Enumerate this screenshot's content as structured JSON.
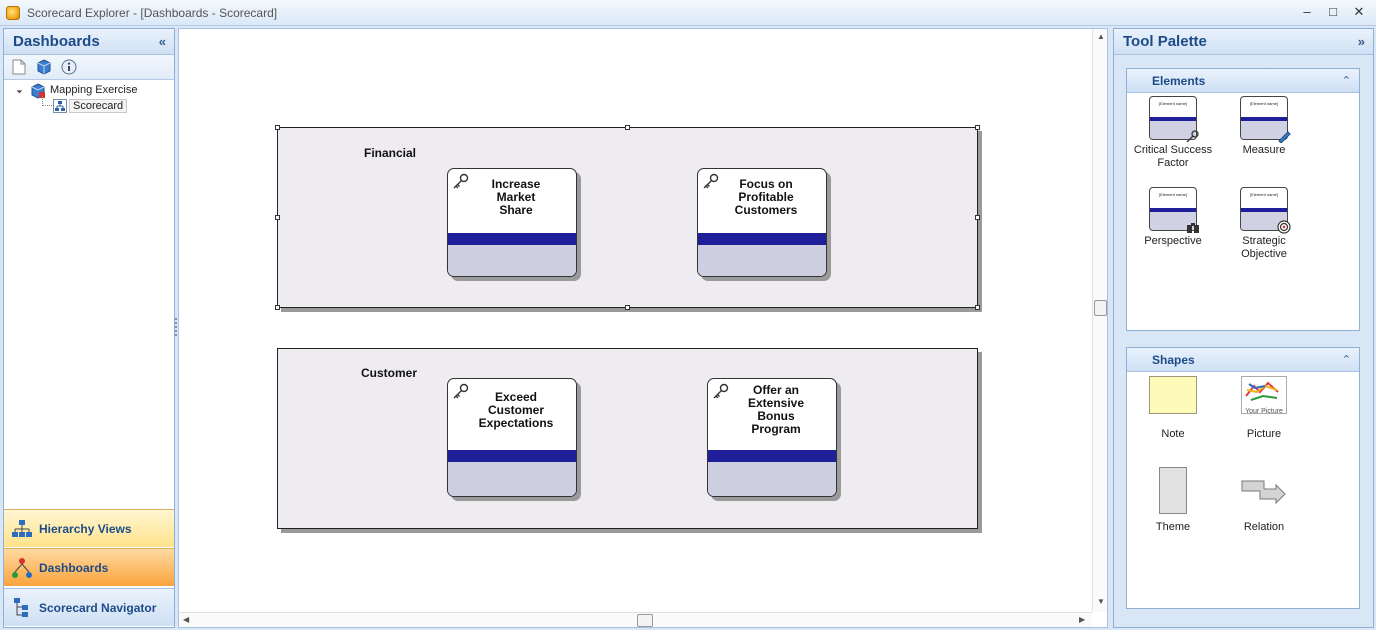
{
  "window": {
    "title": "Scorecard Explorer - [Dashboards - Scorecard]"
  },
  "left_panel": {
    "title": "Dashboards",
    "collapse_glyph": "«",
    "toolbar_icons": [
      "new-document-icon",
      "cube-icon",
      "info-icon"
    ],
    "tree": {
      "root_label": "Mapping Exercise",
      "child_label": "Scorecard"
    },
    "nav": {
      "hierarchy_views": "Hierarchy Views",
      "dashboards": "Dashboards",
      "scorecard_navigator": "Scorecard Navigator"
    }
  },
  "canvas": {
    "perspectives": [
      {
        "title": "Financial",
        "objectives": [
          "Increase\nMarket\nShare",
          "Focus on\nProfitable\nCustomers"
        ]
      },
      {
        "title": "Customer",
        "objectives": [
          "Exceed\nCustomer\nExpectations",
          "Offer an\nExtensive\nBonus\nProgram"
        ]
      }
    ]
  },
  "tool_palette": {
    "title": "Tool Palette",
    "expand_glyph": "»",
    "elements": {
      "title": "Elements",
      "items": [
        "Critical Success\nFactor",
        "Measure",
        "Perspective",
        "Strategic\nObjective"
      ],
      "thumb_text": "[Element name]"
    },
    "shapes": {
      "title": "Shapes",
      "items": [
        "Note",
        "Picture",
        "Theme",
        "Relation"
      ],
      "picture_caption": "Your Picture"
    }
  },
  "colors": {
    "objective_bar": "#1f1f99",
    "objective_lower": "#cdcee0",
    "perspective_fill": "#eeebf1",
    "header_text": "#1d4b88"
  }
}
